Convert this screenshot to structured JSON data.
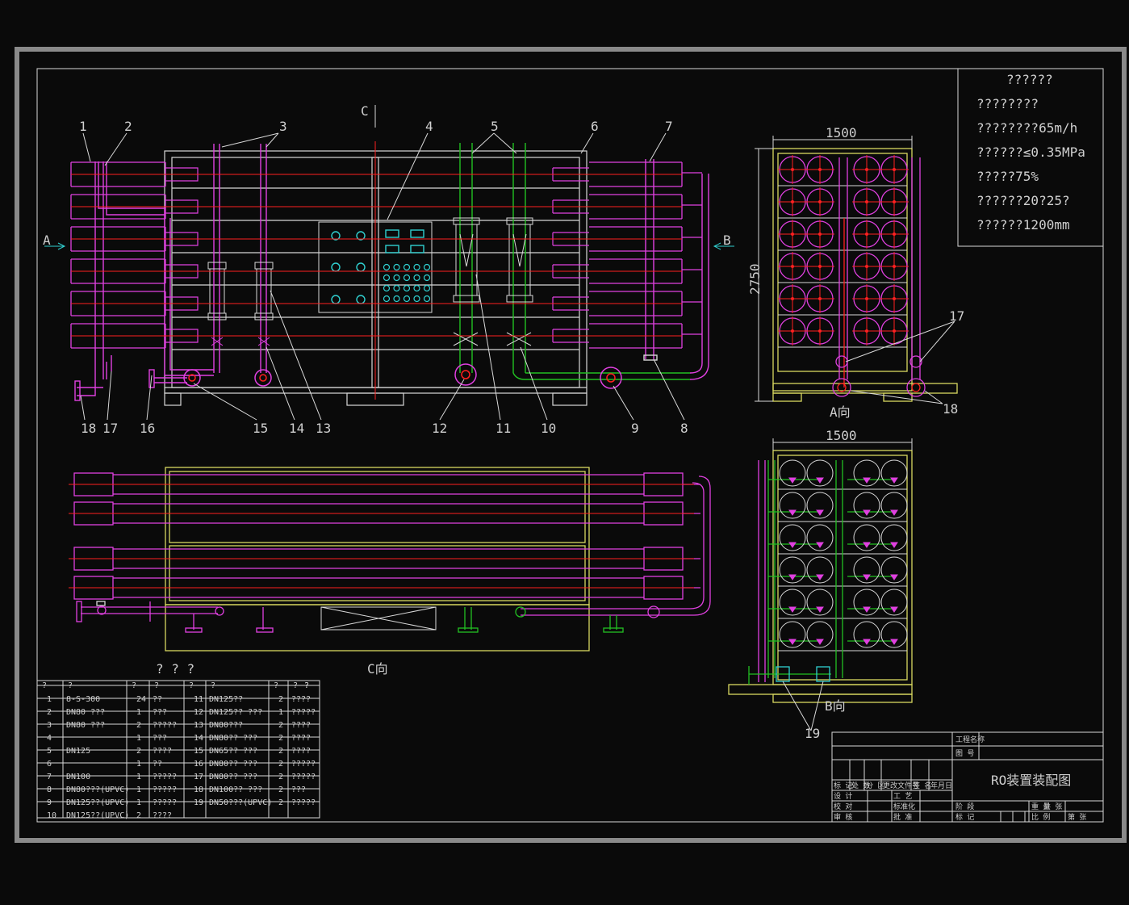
{
  "colors": {
    "background": "#0a0a0a",
    "frame_outer": "#8a8a8a",
    "line_white": "#d8d8d8",
    "pipe_magenta": "#e040e0",
    "pipe_green": "#22c022",
    "axis_red": "#ff2020",
    "frame_yellow": "#d8d860",
    "accent_cyan": "#30d0d0"
  },
  "spec_box": {
    "lines": [
      "??????",
      "????????",
      "????????65m/h",
      "??????≤0.35MPa",
      "?????75%",
      "??????20?25?",
      "??????1200mm"
    ]
  },
  "front_view": {
    "section_mark": "C",
    "arrow_a": "A",
    "arrow_b": "B",
    "callouts_top": [
      "1",
      "2",
      "3",
      "4",
      "5",
      "6",
      "7"
    ],
    "callouts_bottom": [
      "18",
      "17",
      "16",
      "15",
      "14",
      "13",
      "12",
      "11",
      "10",
      "9",
      "8"
    ]
  },
  "view_a": {
    "dim_width": "1500",
    "dim_height": "2750",
    "callouts": [
      "17",
      "18"
    ],
    "caption": "A向"
  },
  "view_b": {
    "dim_width": "1500",
    "callouts": [
      "19"
    ],
    "caption": "B向"
  },
  "view_c": {
    "caption": "C向"
  },
  "parts_list": {
    "title": "? ? ?",
    "header": [
      "?",
      "?",
      "?",
      "?",
      "?",
      "?",
      "?",
      "?",
      "?",
      "?"
    ],
    "rows": [
      [
        "1",
        "8-S-300",
        "24",
        "??",
        "11",
        "DN125??",
        "2",
        "????"
      ],
      [
        "2",
        "DN80   ???",
        "1",
        "???",
        "12",
        "DN125?? ???",
        "1",
        "?????"
      ],
      [
        "3",
        "DN80   ???",
        "2",
        "?????",
        "13",
        "DN80???",
        "2",
        "????"
      ],
      [
        "4",
        "",
        "1",
        "???",
        "14",
        "DN80??  ???",
        "2",
        "????"
      ],
      [
        "5",
        "DN125",
        "2",
        "????",
        "15",
        "DN65??  ???",
        "2",
        "????"
      ],
      [
        "6",
        "",
        "1",
        "??",
        "16",
        "DN80??  ???",
        "2",
        "?????"
      ],
      [
        "7",
        "DN100",
        "1",
        "?????",
        "17",
        "DN80??  ???",
        "2",
        "?????"
      ],
      [
        "8",
        "DN80???(UPVC)",
        "1",
        "?????",
        "18",
        "DN100?? ???",
        "2",
        "???"
      ],
      [
        "9",
        "DN125??(UPVC)",
        "1",
        "?????",
        "19",
        "DN50???(UPVC)",
        "2",
        "?????"
      ],
      [
        "10",
        "DN125??(UPVC)",
        "2",
        "????",
        "",
        "",
        "",
        ""
      ]
    ]
  },
  "title_block": {
    "drawing_title": "RO装置装配图",
    "top_labels": [
      "工程名称",
      "图 号"
    ],
    "header_row": [
      "标 记",
      "处 数",
      "分 区",
      "更改文件号",
      "签 名",
      "年月日"
    ],
    "role_labels": [
      "设 计",
      "校 对",
      "审 核",
      "工 艺",
      "标准化",
      "批 准"
    ],
    "bottom_labels": [
      "阶 段",
      "标 记",
      "重 量",
      "比 例",
      "共 张",
      "第 张"
    ]
  }
}
